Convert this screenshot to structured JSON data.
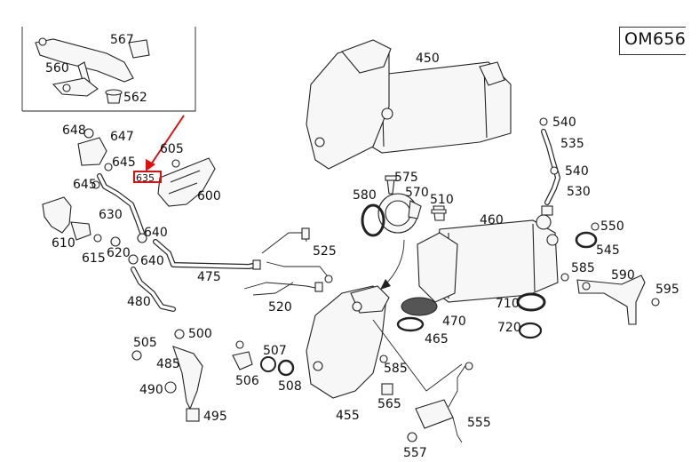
{
  "engine_code": "OM656",
  "highlight_color": "#e01010",
  "highlighted_part": "635",
  "labels": {
    "p450": "450",
    "p455": "455",
    "p460": "460",
    "p465": "465",
    "p470": "470",
    "p475": "475",
    "p480": "480",
    "p485": "485",
    "p490": "490",
    "p495": "495",
    "p500": "500",
    "p505": "505",
    "p506": "506",
    "p507": "507",
    "p508": "508",
    "p510": "510",
    "p520": "520",
    "p525": "525",
    "p530": "530",
    "p535": "535",
    "p540a": "540",
    "p540b": "540",
    "p545": "545",
    "p550": "550",
    "p555": "555",
    "p557": "557",
    "p560": "560",
    "p562": "562",
    "p565": "565",
    "p567": "567",
    "p570": "570",
    "p575": "575",
    "p580": "580",
    "p585a": "585",
    "p585b": "585",
    "p590": "590",
    "p595": "595",
    "p600": "600",
    "p605": "605",
    "p610": "610",
    "p615": "615",
    "p620": "620",
    "p630": "630",
    "p635": "635",
    "p640a": "640",
    "p640b": "640",
    "p645a": "645",
    "p645b": "645",
    "p647": "647",
    "p648": "648",
    "p710": "710",
    "p720": "720"
  }
}
